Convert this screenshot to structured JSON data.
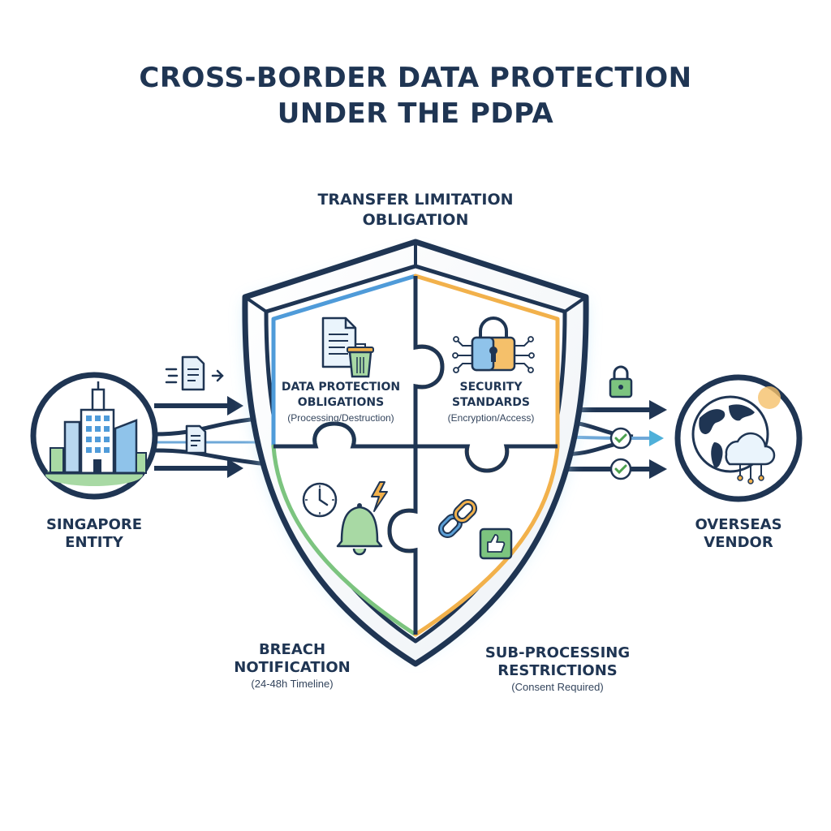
{
  "title": {
    "line1": "CROSS-BORDER DATA PROTECTION",
    "line2": "UNDER THE PDPA"
  },
  "top_label": {
    "line1": "TRANSFER LIMITATION",
    "line2": "OBLIGATION"
  },
  "left_entity": {
    "line1": "SINGAPORE",
    "line2": "ENTITY",
    "icon": "city-buildings-icon"
  },
  "right_entity": {
    "line1": "OVERSEAS",
    "line2": "VENDOR",
    "icon": "globe-cloud-icon"
  },
  "quadrants": {
    "data_protection": {
      "line1": "DATA PROTECTION",
      "line2": "OBLIGATIONS",
      "sub": "(Processing/Destruction)",
      "icon": "document-trash-icon",
      "color": "#4f9bd9"
    },
    "security": {
      "line1": "SECURITY",
      "line2": "STANDARDS",
      "sub": "(Encryption/Access)",
      "icon": "padlock-circuit-icon",
      "color": "#f2b14b"
    },
    "breach": {
      "line1": "BREACH",
      "line2": "NOTIFICATION",
      "sub": "(24-48h Timeline)",
      "icon": "clock-bell-icon",
      "color": "#7cc47f"
    },
    "subprocessing": {
      "line1": "SUB-PROCESSING",
      "line2": "RESTRICTIONS",
      "sub": "(Consent Required)",
      "icon": "chain-link-thumbs-up-icon",
      "color": "#f2b14b"
    }
  },
  "colors": {
    "navy": "#1f3553",
    "blue": "#4f9bd9",
    "green": "#7cc47f",
    "orange": "#f2b14b",
    "glow": "#bfe6f7"
  }
}
